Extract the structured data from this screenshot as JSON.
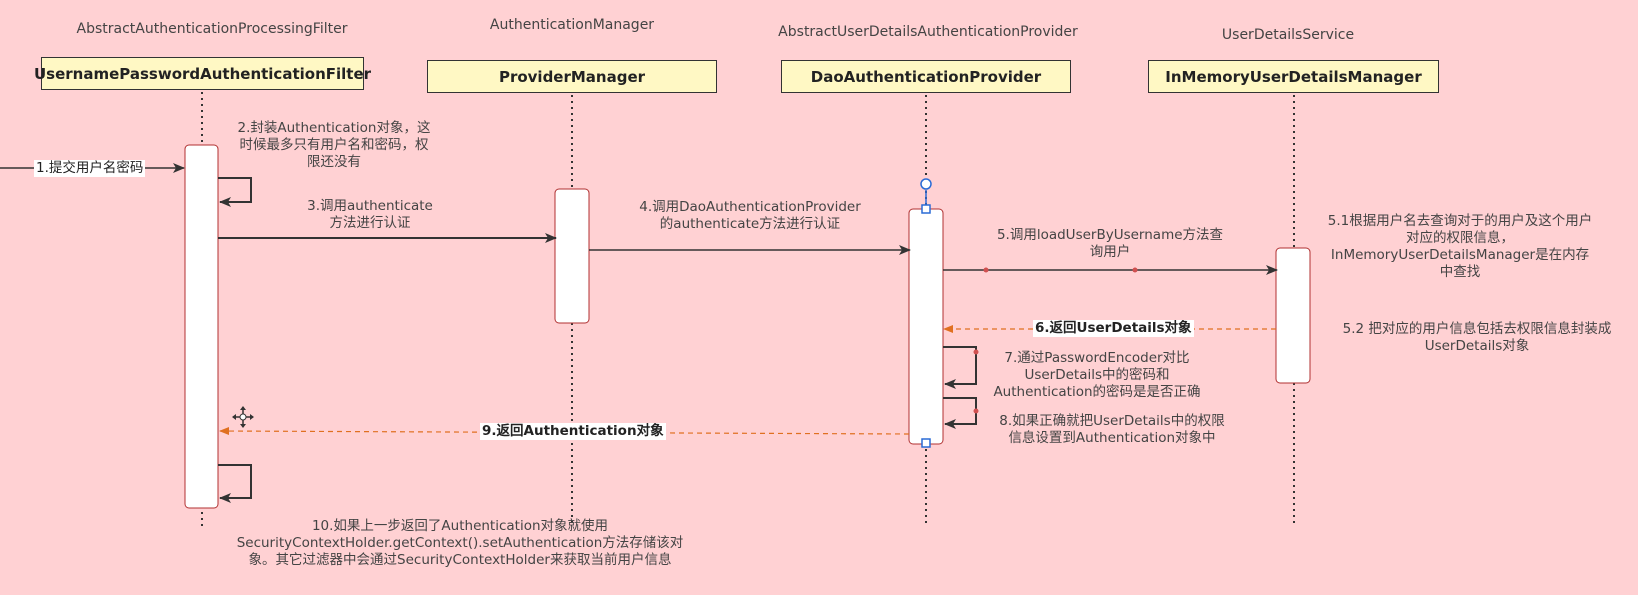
{
  "colors": {
    "background": "#ffd1d3",
    "actor_fill": "#fff8c4",
    "activation_border": "#b03030",
    "return_arrow": "#e07020",
    "selection_handle": "#2a6bd6"
  },
  "participants": [
    {
      "class_label": "AbstractAuthenticationProcessingFilter",
      "name": "UsernamePasswordAuthenticationFilter"
    },
    {
      "class_label": "AuthenticationManager",
      "name": "ProviderManager"
    },
    {
      "class_label": "AbstractUserDetailsAuthenticationProvider",
      "name": "DaoAuthenticationProvider"
    },
    {
      "class_label": "UserDetailsService",
      "name": "InMemoryUserDetailsManager"
    }
  ],
  "messages": {
    "m1": "1.提交用户名密码",
    "m2": [
      "2.封装Authentication对象，这",
      "时候最多只有用户名和密码，权",
      "限还没有"
    ],
    "m3": [
      "3.调用authenticate",
      "方法进行认证"
    ],
    "m4": [
      "4.调用DaoAuthenticationProvider",
      "的authenticate方法进行认证"
    ],
    "m5": [
      "5.调用loadUserByUsername方法查",
      "询用户"
    ],
    "m51": [
      "5.1根据用户名去查询对于的用户及这个用户",
      "对应的权限信息，",
      "InMemoryUserDetailsManager是在内存",
      "中查找"
    ],
    "m52": [
      "5.2 把对应的用户信息包括去权限信息封装成",
      "UserDetails对象"
    ],
    "m6": "6.返回UserDetails对象",
    "m7": [
      "7.通过PasswordEncoder对比",
      "UserDetails中的密码和",
      "Authentication的密码是是否正确"
    ],
    "m8": [
      "8.如果正确就把UserDetails中的权限",
      "信息设置到Authentication对象中"
    ],
    "m9": "9.返回Authentication对象",
    "m10": [
      "10.如果上一步返回了Authentication对象就使用",
      "SecurityContextHolder.getContext().setAuthentication方法存储该对",
      "象。其它过滤器中会通过SecurityContextHolder来获取当前用户信息"
    ]
  },
  "icons": {
    "move_cursor": "move-cursor-icon"
  }
}
